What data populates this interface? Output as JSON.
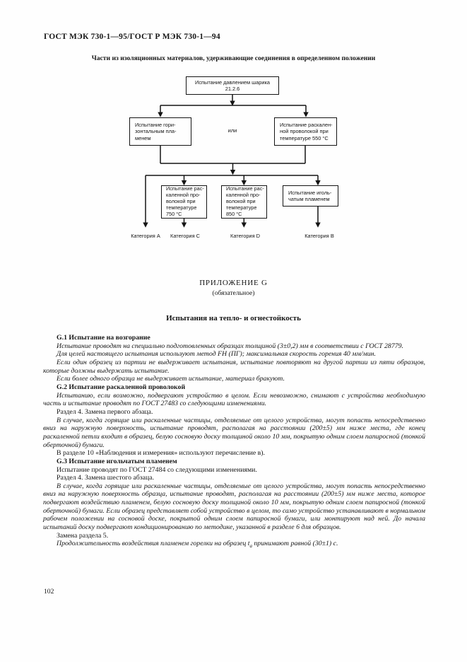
{
  "page": {
    "header": "ГОСТ МЭК 730-1—95/ГОСТ Р МЭК 730-1—94",
    "number": "102"
  },
  "figure": {
    "caption": "Части из изоляционных материалов, удерживающие соединения в определенном положении",
    "boxes": {
      "ball_pressure": "Испытание давлением шарика\n21.2.6",
      "horizontal_flame": "Испытание гори-\nзонтальным пла-\nменем",
      "glow_wire_550": "Испытание раскален-\nной проволокой при\nтемпературе 550 °С",
      "glow_wire_750": "Испытание рас-\nкаленной про-\nволокой при\nтемпературе\n750 °С",
      "glow_wire_850": "Испытание рас-\nкаленной про-\nволокой при\nтемпературе\n850 °С",
      "needle_flame": "Испытание иголь-\nчатым пламенем"
    },
    "or_label": "или",
    "categories": [
      "Категория А",
      "Категория С",
      "Категория D",
      "Категория В"
    ]
  },
  "annex": {
    "designation": "ПРИЛОЖЕНИЕ G",
    "kind": "(обязательное)",
    "title": "Испытания на тепло- и огнестойкость"
  },
  "body": {
    "paragraphs": [
      {
        "style": "bold",
        "text": "G.1 Испытание на возгорание"
      },
      {
        "style": "italic",
        "text": "Испытание проводят на специально подготовленных образцах толщиной (3±0,2) мм в соответствии с ГОСТ 28779."
      },
      {
        "style": "italic",
        "text": "Для целей настоящего испытания используют метод FH (ПГ); максимальная скорость горения 40 мм/мин."
      },
      {
        "style": "italic",
        "text": "Если один образец из партии не выдерживает испытания, испытание повторяют на другой партии из пяти образцов, которые должны выдержать испытание."
      },
      {
        "style": "italic",
        "text": "Если более одного образца не выдерживает испытание, материал бракуют."
      },
      {
        "style": "bold",
        "text": "G.2 Испытание раскаленной проволокой"
      },
      {
        "style": "italic",
        "text": "Испытанию, если возможно, подвергают устройство в целом. Если невозможно, снимают с устройства необходимую часть и испытание проводят по ГОСТ 27483 со следующими изменениями."
      },
      {
        "style": "roman",
        "text": "Раздел 4. Замена первого абзаца."
      },
      {
        "style": "italic",
        "text": "В случае, когда горящие или раскаленные частицы, отделяемые от целого устройства, могут попасть непосредственно вниз на наружную поверхность, испытание проводят, располагая на расстоянии (200±5) мм ниже места, где конец раскаленной петли входит в образец, белую сосновую доску толщиной около 10 мм, покрытую одним слоем папиросной (тонкой оберточной) бумаги."
      },
      {
        "style": "roman",
        "text": "В разделе 10 «Наблюдения и измерения» используют перечисление в)."
      },
      {
        "style": "bold",
        "text": "G.3 Испытание игольчатым пламенем"
      },
      {
        "style": "roman",
        "text": "Испытание проводят по ГОСТ 27484 со следующими изменениями."
      },
      {
        "style": "roman",
        "text": "Раздел 4. Замена шестого абзаца."
      },
      {
        "style": "italic",
        "text": "В случае, когда горящие или раскаленные частицы, отделяемые от целого устройства, могут попасть непосредственно вниз на наружную поверхность образца, испытание проводят, располагая на расстоянии (200±5) мм ниже места, которое подвергают воздействию пламенем, белую сосновую доску толщиной около 10 мм, покрытую одним слоем папиросной (тонкой оберточной) бумаги. Если образец представляет собой устройство в целом, то само устройство устанавливают в нормальном рабочем положении на сосновой доске, покрытой одним слоем папиросной бумаги, или монтируют над ней. До начала испытаний доску подвергают кондиционированию по методике, указанной в разделе 6 для образцов."
      },
      {
        "style": "roman",
        "text": "Замена раздела 5."
      },
      {
        "style": "italic",
        "pre": "Продолжительность воздействия пламенем горелки на образец t",
        "sub": "a",
        "post": " принимают равной (30±1) с."
      }
    ]
  }
}
